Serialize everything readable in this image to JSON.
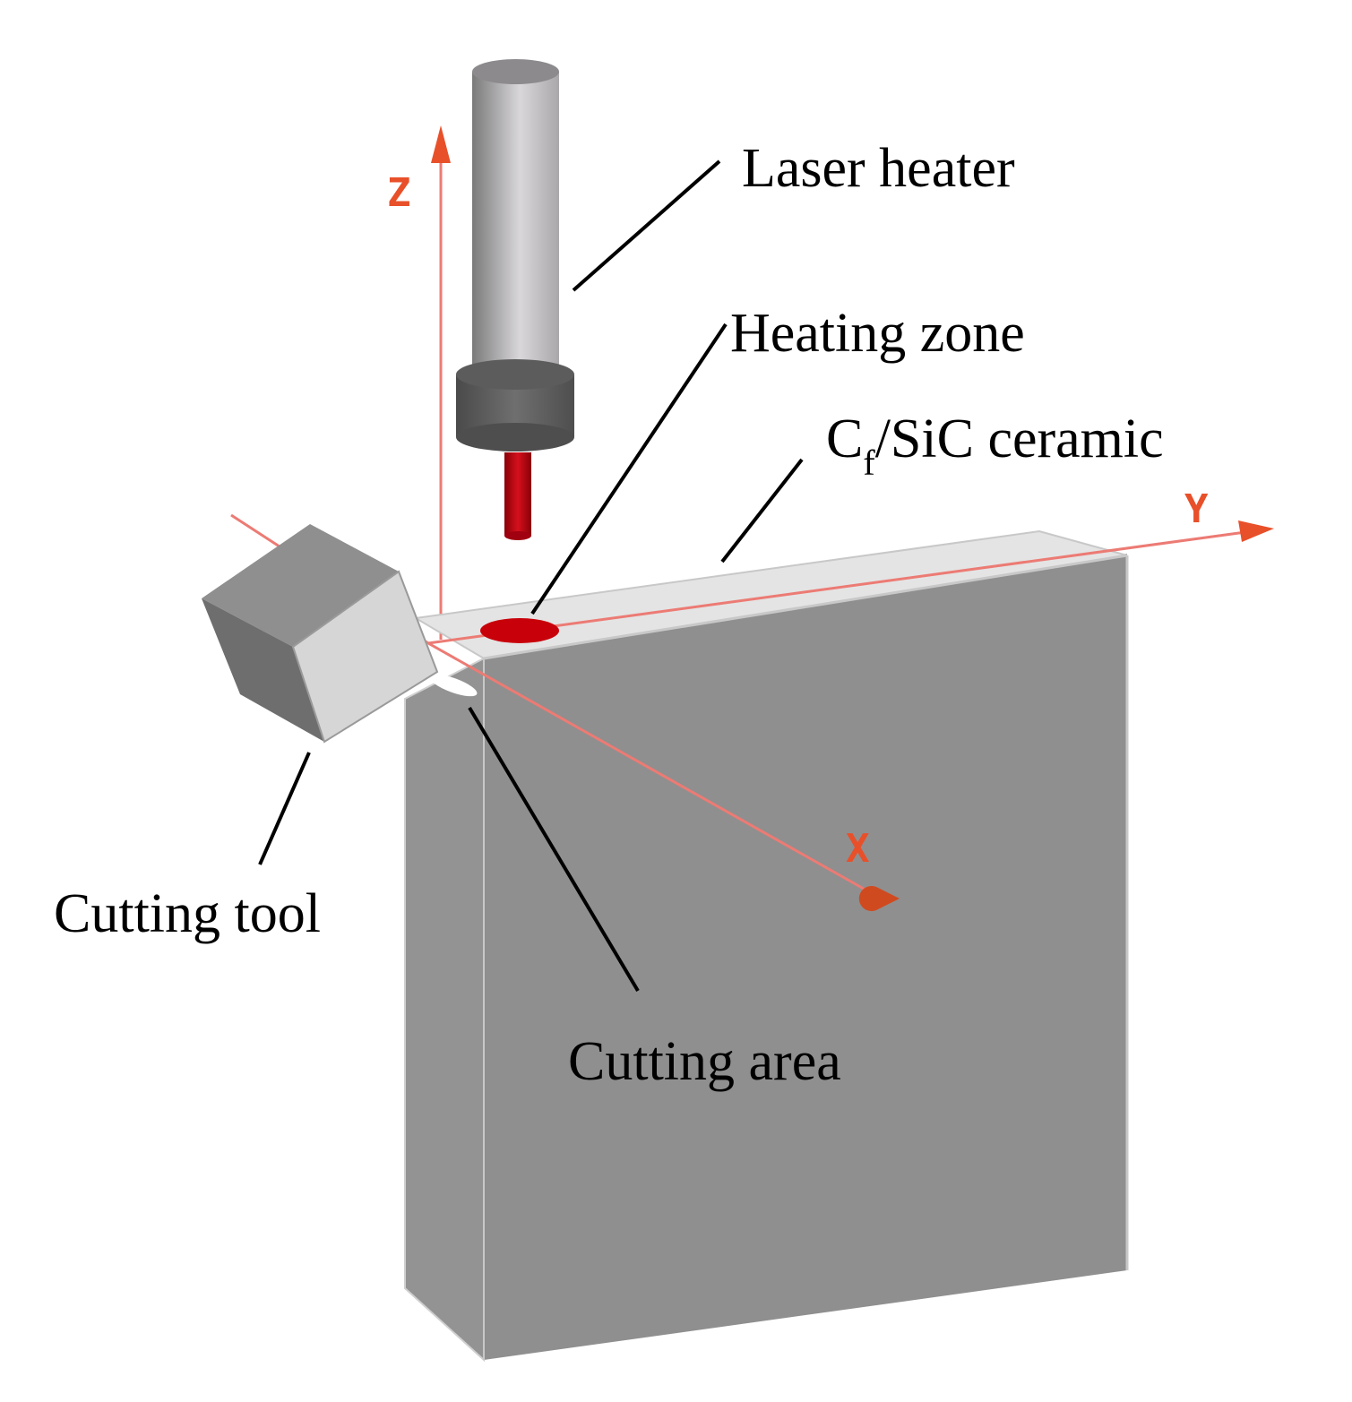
{
  "labels": {
    "laser_heater": "Laser heater",
    "heating_zone": "Heating zone",
    "ceramic_main": "C",
    "ceramic_sub": "f",
    "ceramic_rest": "/SiC ceramic",
    "cutting_tool": "Cutting tool",
    "cutting_area": "Cutting area"
  },
  "axes": {
    "x": "X",
    "y": "Y",
    "z": "Z"
  },
  "colors": {
    "axis": "#e8502a",
    "axis_line": "#ec7b74",
    "heating_zone": "#c8000a",
    "laser_beam": "#c00010",
    "block_front": "#8f8f8f",
    "block_top": "#e4e4e4",
    "block_side": "#b4b4b4",
    "tool_dark": "#6e6e6e",
    "tool_light": "#d6d6d6"
  }
}
